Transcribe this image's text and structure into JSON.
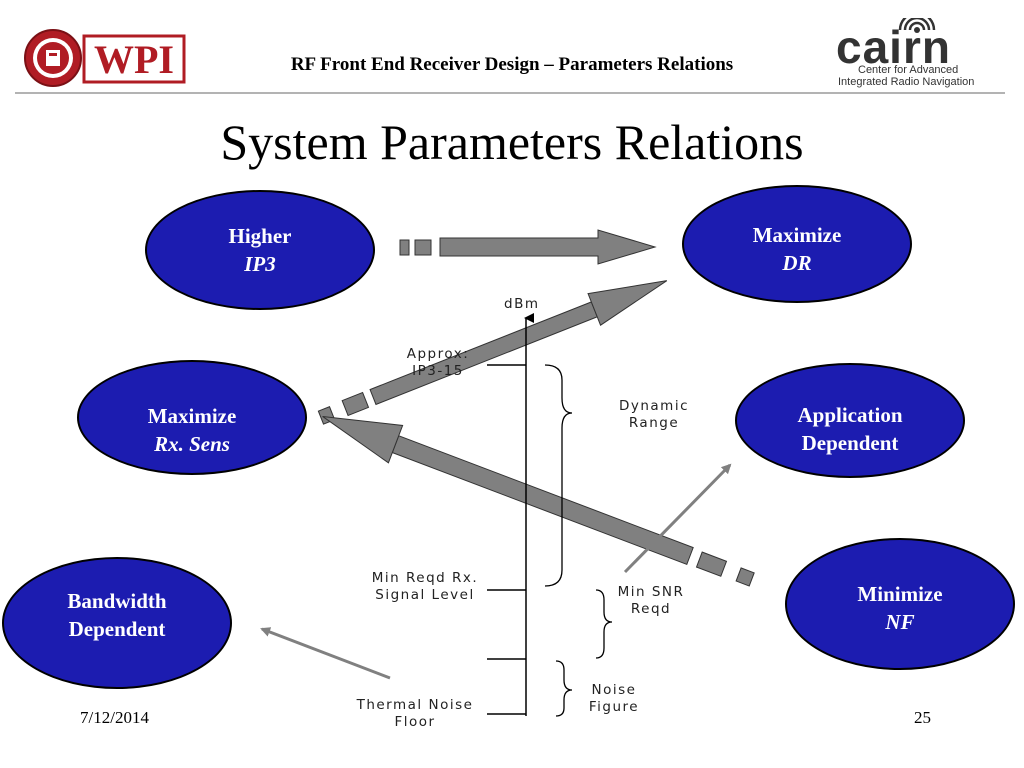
{
  "header": {
    "title": "RF Front End Receiver Design – Parameters Relations",
    "left_logo": "WPI",
    "right_logo": {
      "word": "cairn",
      "sub_line1": "Center for Advanced",
      "sub_line2": "Integrated Radio Navigation"
    }
  },
  "slide_title": "System Parameters Relations",
  "ovals": {
    "higher_ip3": {
      "line1": "Higher",
      "line2": "IP3"
    },
    "maximize_dr": {
      "line1": "Maximize",
      "line2": "DR"
    },
    "maximize_rx_sens": {
      "line1": "Maximize",
      "line2": "Rx. Sens"
    },
    "application_dependent": {
      "line1": "Application",
      "line2": "Dependent"
    },
    "bandwidth_dependent": {
      "line1": "Bandwidth",
      "line2": "Dependent"
    },
    "minimize_nf": {
      "line1": "Minimize",
      "line2": "NF"
    }
  },
  "level_diagram": {
    "axis_label": "dBm",
    "approx_label_line1": "Approx:",
    "approx_label_line2": "IP3-15",
    "min_reqd_line1": "Min Reqd Rx.",
    "min_reqd_line2": "Signal Level",
    "thermal_line1": "Thermal Noise",
    "thermal_line2": "Floor",
    "dynamic_range_line1": "Dynamic",
    "dynamic_range_line2": "Range",
    "min_snr_line1": "Min SNR",
    "min_snr_line2": "Reqd",
    "noise_figure_line1": "Noise",
    "noise_figure_line2": "Figure"
  },
  "colors": {
    "oval_fill": "#1c1cb0",
    "arrow_fill": "#808080",
    "wpi_red": "#b01c24"
  },
  "footer": {
    "date": "7/12/2014",
    "page": "25"
  }
}
